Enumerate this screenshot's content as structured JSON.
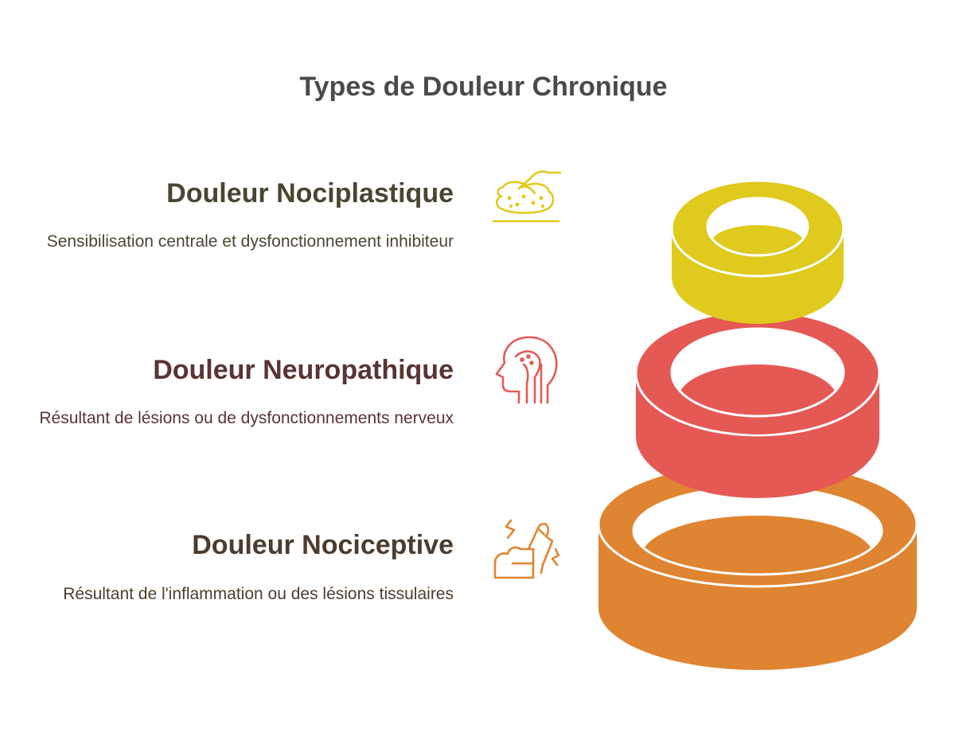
{
  "title": "Types de Douleur Chronique",
  "items": [
    {
      "heading": "Douleur Nociplastique",
      "description": "Sensibilisation centrale et dysfonctionnement inhibiteur",
      "icon": "hand-pressing-sponge-icon",
      "color": "#dfca1d"
    },
    {
      "heading": "Douleur Neuropathique",
      "description": "Résultant de lésions ou de dysfonctionnements nerveux",
      "icon": "head-nerves-icon",
      "color": "#e55955"
    },
    {
      "heading": "Douleur Nociceptive",
      "description": "Résultant de l'inflammation ou des lésions tissulaires",
      "icon": "injured-hand-icon",
      "color": "#df8431"
    }
  ]
}
